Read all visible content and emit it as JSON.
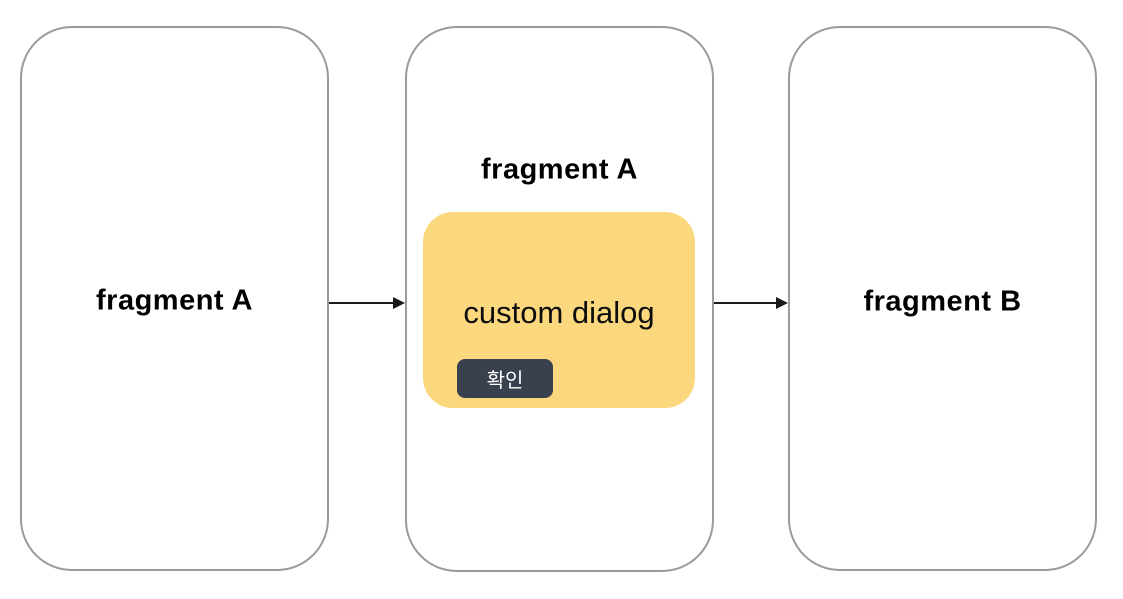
{
  "diagram": {
    "screens": [
      {
        "label": "fragment A"
      },
      {
        "label": "fragment A",
        "dialog": {
          "text": "custom dialog",
          "button_label": "확인"
        }
      },
      {
        "label": "fragment B"
      }
    ],
    "arrows": [
      {
        "from": "fragment A",
        "to": "fragment A (custom dialog)"
      },
      {
        "from": "fragment A (custom dialog)",
        "to": "fragment B"
      }
    ],
    "colors": {
      "frame_border": "#9b9b9b",
      "dialog_background": "#fbd77e",
      "button_background": "#39414f",
      "button_text": "#ffffff",
      "label_text": "#000000",
      "arrow": "#1a1a1a",
      "page_background": "#ffffff"
    }
  }
}
